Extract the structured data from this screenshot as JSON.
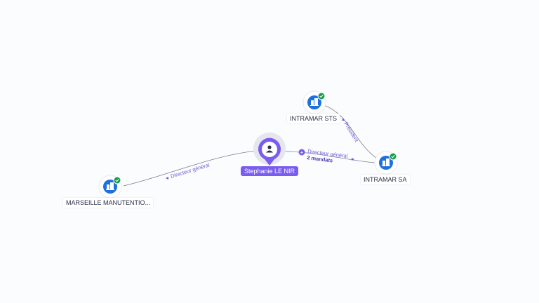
{
  "nodes": {
    "person": {
      "label": "Stephanie LE NIR",
      "icon": "person-icon"
    },
    "marseille": {
      "label": "MARSEILLE MANUTENTIO...",
      "icon": "building-icon",
      "verified": true
    },
    "intramar_sts": {
      "label": "INTRAMAR STS",
      "icon": "building-icon",
      "verified": true
    },
    "intramar_sa": {
      "label": "INTRAMAR SA",
      "icon": "building-icon",
      "verified": true
    }
  },
  "edges": {
    "person_marseille": {
      "label": "Directeur général"
    },
    "person_intramar_sa": {
      "label": "Directeur général",
      "sublabel": "2 mandats"
    },
    "sts_sa": {
      "label": "Président"
    }
  },
  "colors": {
    "accent": "#7b5cf0",
    "company_blue": "#1e6fe0",
    "verified_green": "#1d9a4d",
    "edge": "#7a7f8c"
  }
}
